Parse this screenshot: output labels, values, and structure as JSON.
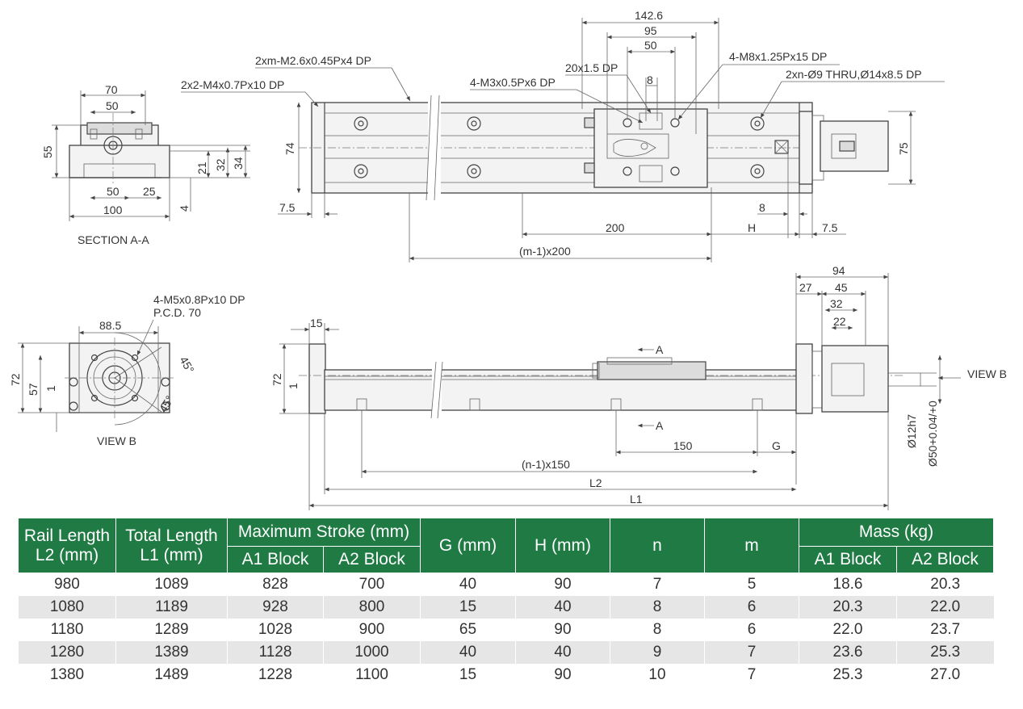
{
  "drawing": {
    "callouts": {
      "m26": "2xm-M2.6x0.45Px4 DP",
      "m4": "2x2-M4x0.7Px10 DP",
      "m3": "4-M3x0.5Px6 DP",
      "pitch20": "20x1.5 DP",
      "m8": "4-M8x1.25Px15 DP",
      "thru": "2xn-Ø9 THRU,Ø14x8.5 DP",
      "m5": "4-M5x0.8Px10 DP",
      "pcd": "P.C.D. 70"
    },
    "top_view": {
      "d142": "142.6",
      "d95": "95",
      "d50": "50",
      "d8": "8",
      "d74": "74",
      "d75": "75",
      "d75l": "7.5",
      "d200": "200",
      "d8r": "8",
      "dH": "H",
      "d75r": "7.5",
      "dm1": "(m-1)x200"
    },
    "section_aa": {
      "title": "SECTION A-A",
      "d70": "70",
      "d50t": "50",
      "d55": "55",
      "d21": "21",
      "d32": "32",
      "d34": "34",
      "d50b": "50",
      "d25": "25",
      "d4": "4",
      "d100": "100"
    },
    "view_b": {
      "title": "VIEW B",
      "d885": "88.5",
      "d72": "72",
      "d57": "57",
      "d1": "1",
      "a45a": "45°",
      "a45b": "45°"
    },
    "side_view": {
      "d15": "15",
      "d72": "72",
      "d1": "1",
      "secA1": "A",
      "secA2": "A",
      "d150": "150",
      "dG": "G",
      "dn1": "(n-1)x150",
      "dL2": "L2",
      "dL1": "L1",
      "d94": "94",
      "d27": "27",
      "d45": "45",
      "d32": "32",
      "d22": "22",
      "d12h7": "Ø12h7",
      "d50tol": "Ø50+0.04/+0",
      "viewb": "VIEW B"
    }
  },
  "table": {
    "headers": {
      "rail": "Rail Length L2 (mm)",
      "total": "Total Length L1 (mm)",
      "stroke": "Maximum  Stroke (mm)",
      "a1": "A1 Block",
      "a2": "A2 Block",
      "g": "G (mm)",
      "h": "H (mm)",
      "n": "n",
      "m": "m",
      "mass": "Mass (kg)",
      "ma1": "A1 Block",
      "ma2": "A2 Block"
    },
    "rows": [
      [
        "980",
        "1089",
        "828",
        "700",
        "40",
        "90",
        "7",
        "5",
        "18.6",
        "20.3"
      ],
      [
        "1080",
        "1189",
        "928",
        "800",
        "15",
        "40",
        "8",
        "6",
        "20.3",
        "22.0"
      ],
      [
        "1180",
        "1289",
        "1028",
        "900",
        "65",
        "90",
        "8",
        "6",
        "22.0",
        "23.7"
      ],
      [
        "1280",
        "1389",
        "1128",
        "1000",
        "40",
        "40",
        "9",
        "7",
        "23.6",
        "25.3"
      ],
      [
        "1380",
        "1489",
        "1228",
        "1100",
        "15",
        "90",
        "10",
        "7",
        "25.3",
        "27.0"
      ]
    ]
  },
  "colors": {
    "header_green": "#1f7a44",
    "row_alt": "#e6e6e6"
  }
}
